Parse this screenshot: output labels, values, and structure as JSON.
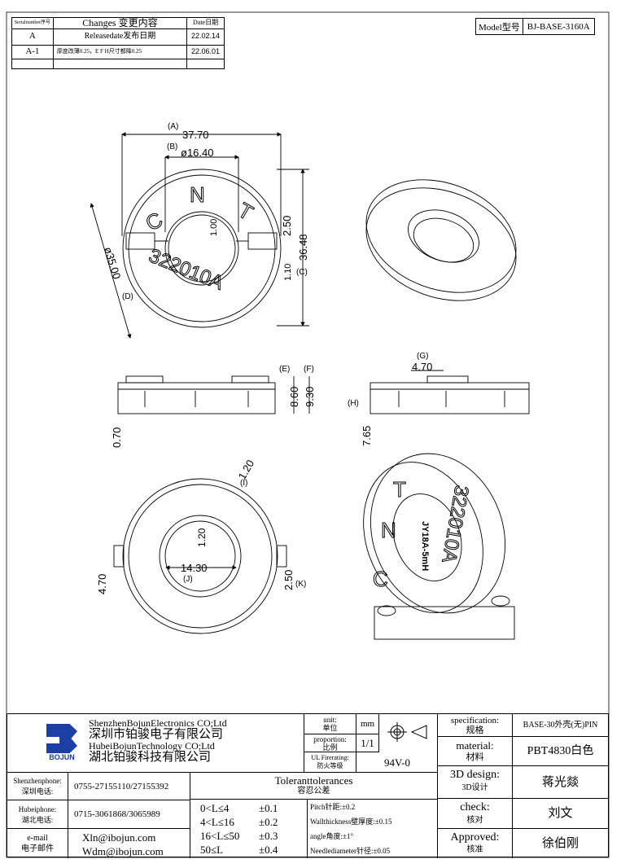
{
  "revision_table": {
    "headers": {
      "serial": "Serialnumber序号",
      "changes": "Changes 变更内容",
      "date": "Date日期"
    },
    "rows": [
      {
        "serial": "A",
        "change": "Releasedate发布日期",
        "date": "22.02.14"
      },
      {
        "serial": "A-1",
        "change": "厚度改薄0.25，E F H尺寸都降0.25",
        "date": "22.06.01"
      }
    ]
  },
  "model": {
    "label": "Model型号",
    "value": "BJ-BASE-3160A"
  },
  "dimensions": {
    "A": "(A)",
    "A_val": "37.70",
    "B": "(B)",
    "B_val": "ø16.40",
    "C": "(C)",
    "C_val": "36.48",
    "D": "(D)",
    "D_val": "ø35.00",
    "v250": "2.50",
    "v100": "1.00",
    "v110": "1.10",
    "E": "(E)",
    "E_val": "8.60",
    "F": "(F)",
    "F_val": "9.30",
    "v070": "0.70",
    "G": "(G)",
    "G_val": "4.70",
    "H": "(H)",
    "H_val": "7.65",
    "I": "(I)",
    "I_val": "1.20",
    "J": "(J)",
    "J_val": "14.30",
    "K": "(K)",
    "K_val": "2.50",
    "v120": "1.20",
    "v470": "4.70"
  },
  "part_marks": {
    "c": "C",
    "n": "N",
    "t": "T",
    "code": "322010A",
    "pcb_label": "JY18A-5mH"
  },
  "title_block": {
    "company_en1": "ShenzhenBojunElectronics CO;Ltd",
    "company_cn1": "深圳市铂骏电子有限公司",
    "company_en2": "HubeiBojunTechnology CO;Ltd",
    "company_cn2": "湖北铂骏科技有限公司",
    "logo_text": "BOJUN",
    "unit_label": "unit:",
    "unit_label_cn": "单位",
    "unit_value": "mm",
    "proportion_label": "proportion:",
    "proportion_label_cn": "比例",
    "proportion_value": "1/1",
    "ul_label": "UL Firerating:",
    "ul_label_cn": "防火等级",
    "ul_value": "94V-0",
    "spec_label": "specification:",
    "spec_label_cn": "规格",
    "spec_value": "BASE-30外壳(无)PIN",
    "material_label": "material:",
    "material_label_cn": "材料",
    "material_value": "PBT4830白色",
    "design_label": "3D design:",
    "design_label_cn": "3D设计",
    "design_value": "蒋光燚",
    "check_label": "check:",
    "check_label_cn": "核对",
    "check_value": "刘文",
    "approved_label": "Approved:",
    "approved_label_cn": "核准",
    "approved_value": "徐伯刚",
    "sz_phone_label": "Shenzhenphone:",
    "sz_phone_label_cn": "深圳电话:",
    "sz_phone": "0755-27155110/27155392",
    "hb_phone_label": "Hubeiphone:",
    "hb_phone_label_cn": "湖北电话:",
    "hb_phone": "0715-3061868/3065989",
    "email_label": "e-mail",
    "email_label_cn": "电子邮件",
    "email1": "Xln@ibojun.com",
    "email2": "Wdm@ibojun.com",
    "tol_title": "Toleranttolerances",
    "tol_title_cn": "容忍公差",
    "tol_rows": [
      {
        "range": "0<L≤4",
        "tol": "±0.1"
      },
      {
        "range": "4<L≤16",
        "tol": "±0.2"
      },
      {
        "range": "16<L≤50",
        "tol": "±0.3"
      },
      {
        "range": "50≤L",
        "tol": "±0.4"
      }
    ],
    "notes": [
      "Pitch针距:±0.2",
      "Wallthickness壁厚度:±0.15",
      "angle角度:±1°",
      "Needlediameter针径:±0.05"
    ]
  }
}
